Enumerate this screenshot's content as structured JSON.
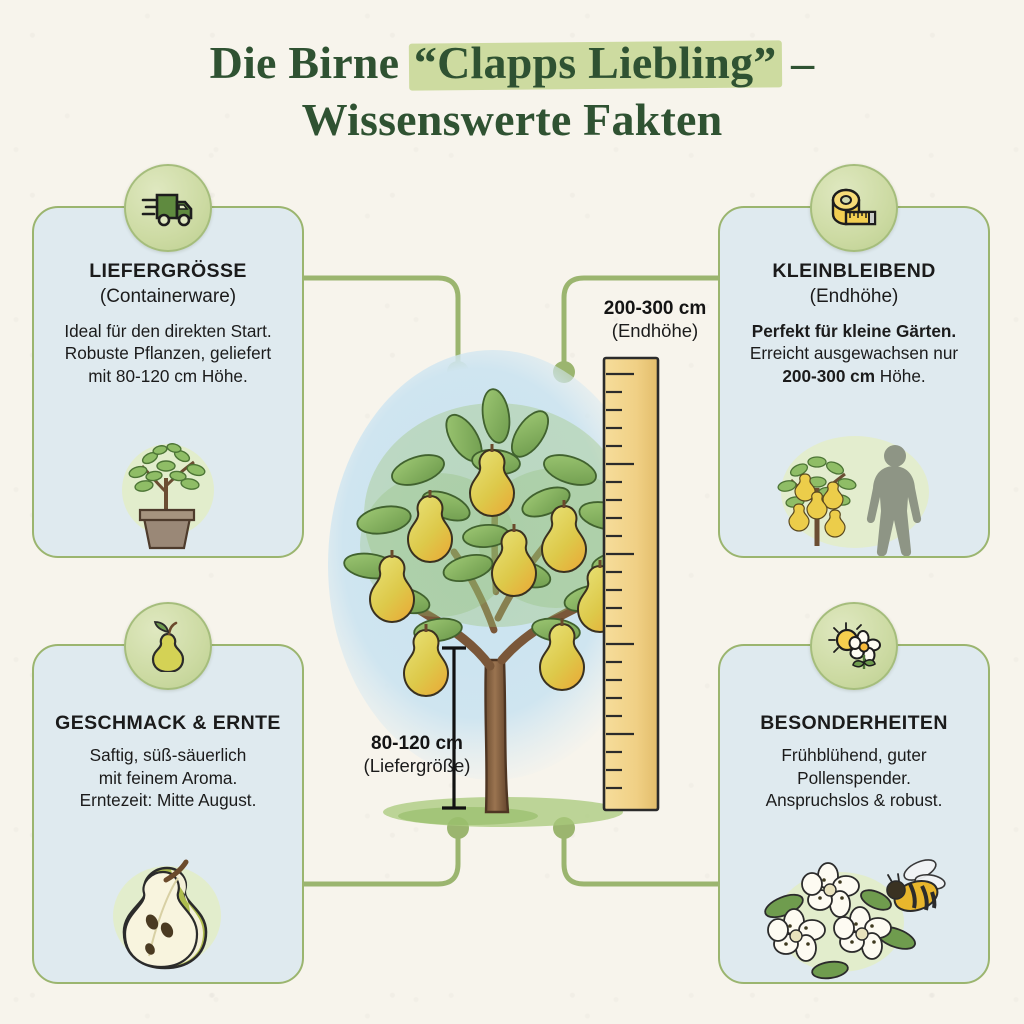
{
  "title": {
    "line1_pre": "Die Birne ",
    "line1_hl": "“Clapps Liebling”",
    "line1_post": " –",
    "line2": "Wissenswerte Fakten"
  },
  "colors": {
    "page_bg": "#f7f4ec",
    "card_bg": "#dfeaef",
    "card_border": "#9bb56f",
    "badge_bg": "#ccdaa2",
    "title_green": "#2f5232",
    "highlight": "#cddba0",
    "connector": "#9bb56f",
    "ruler": "#f2d58f",
    "pear_yellow": "#ddc948",
    "leaf_green": "#7da65a"
  },
  "cards": [
    {
      "id": "liefergroesse",
      "icon": "delivery-truck-icon",
      "title": "LIEFERGRÖSSE",
      "subtitle": "(Containerware)",
      "lines": [
        {
          "text": "Ideal für den direkten Start.",
          "bold": false
        },
        {
          "text": "Robuste Pflanzen, geliefert",
          "bold": false
        },
        {
          "text": "mit 80-120 cm Höhe.",
          "bold": false
        }
      ],
      "art": "potted-young-tree-illustration"
    },
    {
      "id": "kleinbleibend",
      "icon": "measuring-tape-icon",
      "title": "KLEINBLEIBEND",
      "subtitle": "(Endhöhe)",
      "lines": [
        {
          "text": "Perfekt für kleine Gärten.",
          "bold": true
        },
        {
          "text": "Erreicht ausgewachsen nur",
          "bold": false
        },
        {
          "text": "200-300 cm Höhe.",
          "bold": "partial"
        }
      ],
      "art": "tree-and-person-scale-illustration"
    },
    {
      "id": "geschmack-ernte",
      "icon": "pear-icon",
      "title": "GESCHMACK & ERNTE",
      "subtitle": "",
      "lines": [
        {
          "text": "Saftig, süß-säuerlich",
          "bold": false
        },
        {
          "text": "mit feinem Aroma.",
          "bold": false
        },
        {
          "text": "Erntezeit: Mitte August.",
          "bold": false
        }
      ],
      "art": "halved-pear-illustration"
    },
    {
      "id": "besonderheiten",
      "icon": "sun-and-flower-icon",
      "title": "BESONDERHEITEN",
      "subtitle": "",
      "lines": [
        {
          "text": "Frühblühend, guter",
          "bold": false
        },
        {
          "text": "Pollenspender.",
          "bold": false
        },
        {
          "text": "Anspruchslos & robust.",
          "bold": false
        }
      ],
      "art": "pear-blossoms-and-bee-illustration"
    }
  ],
  "center": {
    "illustration": "pear-tree-with-ruler-illustration",
    "final_height_label": {
      "main": "200-300 cm",
      "sub": "(Endhöhe)"
    },
    "delivery_height_label": {
      "main": "80-120 cm",
      "sub": "(Liefergröße)"
    }
  }
}
